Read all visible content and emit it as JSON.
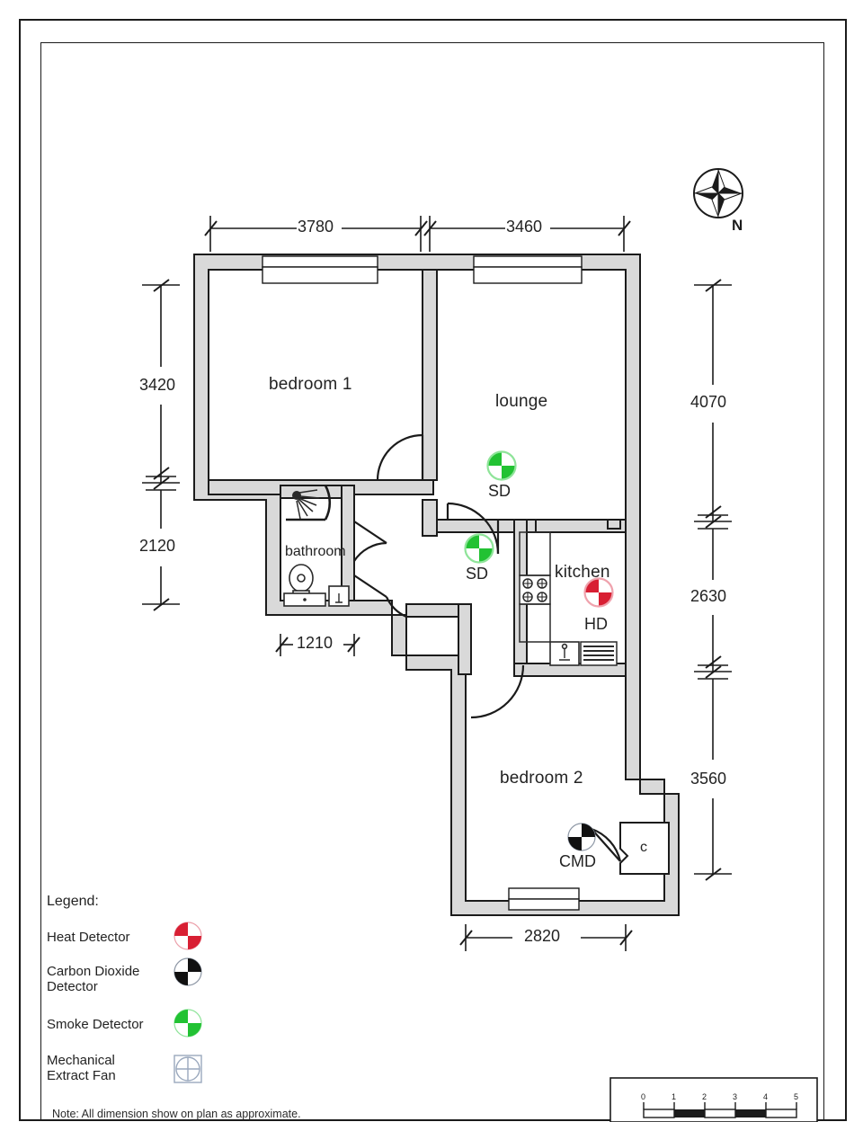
{
  "document": {
    "type": "floor-plan",
    "note": "Note: All dimension show on plan as approximate.",
    "compass_label": "N"
  },
  "rooms": [
    {
      "id": "bedroom1",
      "label": "bedroom 1"
    },
    {
      "id": "lounge",
      "label": "lounge"
    },
    {
      "id": "bathroom",
      "label": "bathroom"
    },
    {
      "id": "kitchen",
      "label": "kitchen"
    },
    {
      "id": "bedroom2",
      "label": "bedroom 2"
    },
    {
      "id": "cupboard",
      "label": "c"
    }
  ],
  "dimensions": {
    "top": [
      {
        "value": "3780"
      },
      {
        "value": "3460"
      }
    ],
    "left": [
      {
        "value": "3420"
      },
      {
        "value": "2120"
      }
    ],
    "right": [
      {
        "value": "4070"
      },
      {
        "value": "2630"
      },
      {
        "value": "3560"
      }
    ],
    "bottom": [
      {
        "value": "2820"
      }
    ],
    "bathroom_width": {
      "value": "1210"
    }
  },
  "detectors": [
    {
      "id": "sd-lounge",
      "label": "SD",
      "type": "smoke",
      "color": "#22c233"
    },
    {
      "id": "sd-hall",
      "label": "SD",
      "type": "smoke",
      "color": "#22c233"
    },
    {
      "id": "hd-kitchen",
      "label": "HD",
      "type": "heat",
      "color": "#d81f33"
    },
    {
      "id": "cmd-bedroom2",
      "label": "CMD",
      "type": "carbon",
      "color": "#111111"
    }
  ],
  "legend": {
    "title": "Legend:",
    "items": [
      {
        "label": "Heat Detector",
        "icon": "heat-detector-icon",
        "color": "#d81f33"
      },
      {
        "label": "Carbon Dioxide\nDetector",
        "icon": "carbon-detector-icon",
        "color": "#111111"
      },
      {
        "label": "Smoke Detector",
        "icon": "smoke-detector-icon",
        "color": "#22c233"
      },
      {
        "label": "Mechanical\nExtract Fan",
        "icon": "extract-fan-icon",
        "color": "#9aa8bd"
      }
    ]
  },
  "scale_bar": {
    "ticks": [
      "0",
      "1",
      "2",
      "3",
      "4",
      "5"
    ]
  },
  "colors": {
    "wall_fill": "#d9d9d9",
    "wall_stroke": "#1b1b1b",
    "text": "#232323"
  }
}
